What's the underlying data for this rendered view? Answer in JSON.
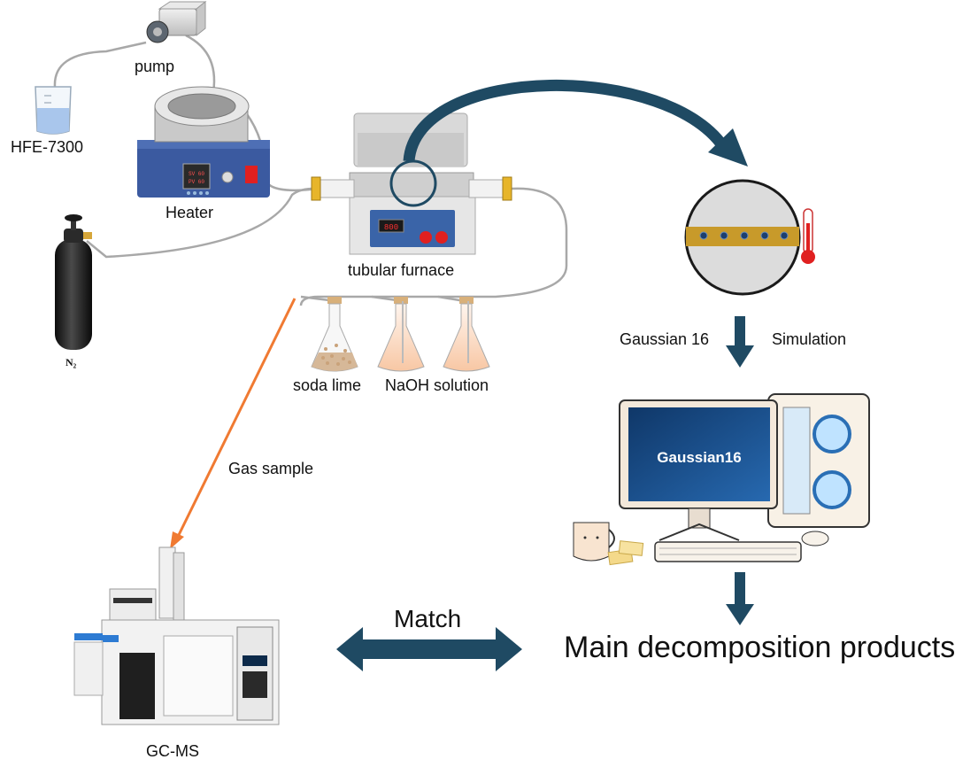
{
  "labels": {
    "pump": "pump",
    "hfe": "HFE-7300",
    "heater": "Heater",
    "n2": "N₂",
    "furnace": "tubular furnace",
    "furnace_display": "800",
    "heater_display_sv": "SV 60",
    "heater_display_pv": "PV 60",
    "soda_lime": "soda lime",
    "naoh": "NaOH solution",
    "gaussian16": "Gaussian 16",
    "simulation": "Simulation",
    "gaussian_screen": "Gaussian16",
    "gas_sample": "Gas sample",
    "gcms": "GC-MS",
    "match": "Match",
    "main_products": "Main decomposition products"
  },
  "colors": {
    "arrow_navy": "#1f4a63",
    "gas_arrow": "#f07a32",
    "tube": "#a8a8a8",
    "furnace_panel": "#3a64a8",
    "heater_panel": "#3b5aa0",
    "n2_cylinder": "#1a1a1a",
    "fitting": "#e7b52a",
    "sample_band": "#c89a2a",
    "screen_blue": "#1c4f8e",
    "red_button": "#e02020"
  },
  "icons": {
    "thermometer": "thermometer-icon",
    "flask": "flask-icon",
    "pump": "pump-icon",
    "beaker": "beaker-icon",
    "cylinder": "gas-cylinder-icon",
    "computer": "computer-icon",
    "instrument": "gcms-instrument-icon"
  }
}
